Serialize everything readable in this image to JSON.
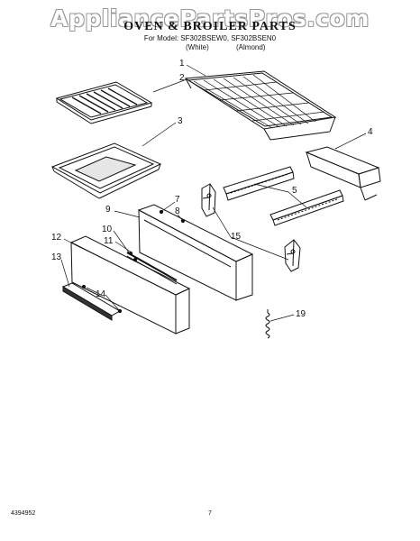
{
  "watermark": "AppliancePartsPros.com",
  "title": "OVEN & BROILER PARTS",
  "model_line": "For Model: SF302BSEW0, SF302BSEN0",
  "variant_white": "(White)",
  "variant_almond": "(Almond)",
  "labels": [
    "1",
    "2",
    "3",
    "4",
    "5",
    "7",
    "8",
    "9",
    "10",
    "11",
    "12",
    "13",
    "14",
    "15",
    "19"
  ],
  "doc_number": "4394952",
  "page_number": "7"
}
